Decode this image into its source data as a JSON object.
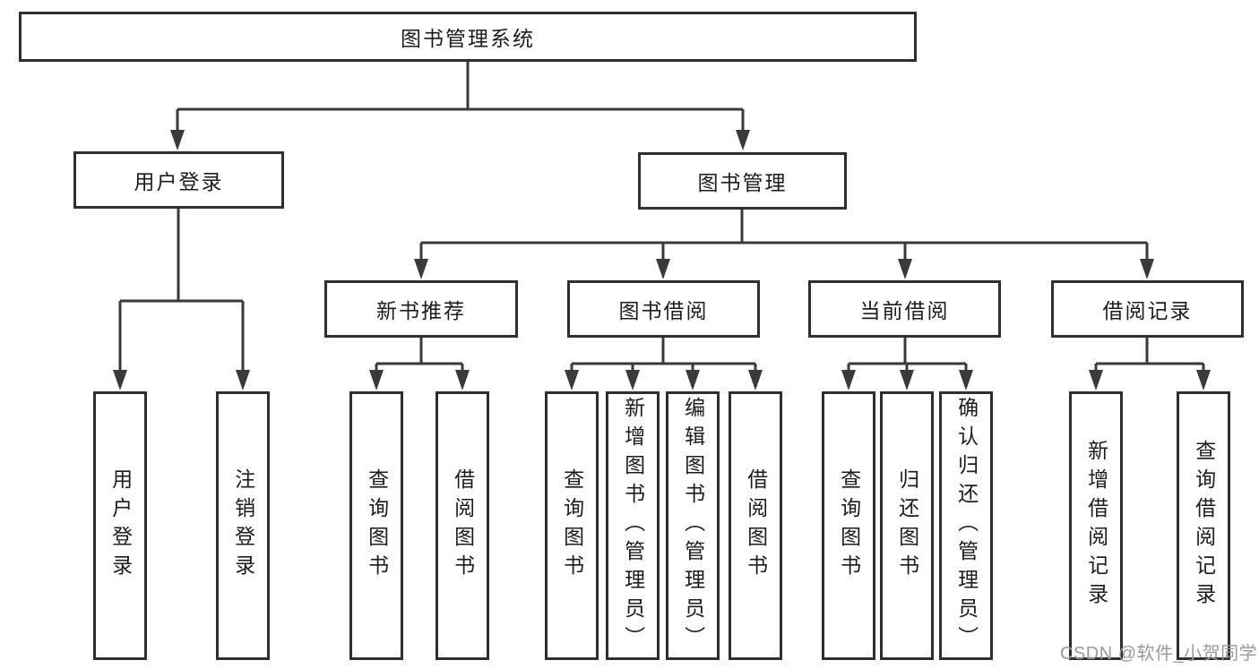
{
  "diagram": {
    "root": {
      "label": "图书管理系统"
    },
    "branches": [
      {
        "label": "用户登录",
        "children": [
          {
            "label": "用户登录"
          },
          {
            "label": "注销登录"
          }
        ]
      },
      {
        "label": "图书管理",
        "children": [
          {
            "label": "新书推荐",
            "children": [
              {
                "label": "查询图书"
              },
              {
                "label": "借阅图书"
              }
            ]
          },
          {
            "label": "图书借阅",
            "children": [
              {
                "label": "查询图书"
              },
              {
                "label": "新增图书（管理员）"
              },
              {
                "label": "编辑图书（管理员）"
              },
              {
                "label": "借阅图书"
              }
            ]
          },
          {
            "label": "当前借阅",
            "children": [
              {
                "label": "查询图书"
              },
              {
                "label": "归还图书"
              },
              {
                "label": "确认归还（管理员）"
              }
            ]
          },
          {
            "label": "借阅记录",
            "children": [
              {
                "label": "新增借阅记录"
              },
              {
                "label": "查询借阅记录"
              }
            ]
          }
        ]
      }
    ]
  },
  "watermark": {
    "text": "CSDN @软件_小贺同学"
  },
  "colors": {
    "line": "#3a3a3a",
    "box_border": "#2f2f2f",
    "text": "#1c1c1c",
    "watermark_text": "#9a9a9a",
    "background": "#ffffff"
  }
}
